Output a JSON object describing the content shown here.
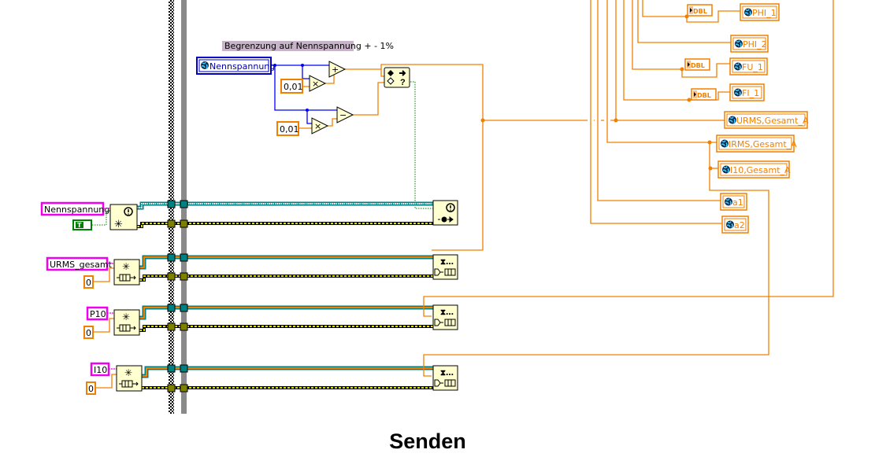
{
  "diagram": {
    "title": "Senden",
    "comment": "Begrenzung auf Nennspannung + - 1%",
    "colors": {
      "wire_double": "#f08000",
      "wire_numeric_blue": "#0000ff",
      "wire_refnum": "#008080",
      "wire_error": "#7a7a00",
      "wire_bool": "#008000",
      "local_variable": "#f000f0",
      "shared_variable_border": "#0000c8",
      "node_fill": "#ffffd0",
      "comment_bg": "#c8b4c8"
    },
    "shared_variable_in": {
      "label": "Nennspannung"
    },
    "constants": {
      "factor_plus": "0,01",
      "factor_minus": "0,01",
      "bool_true": "T"
    },
    "primitives": {
      "multiply": "×",
      "add": "+",
      "subtract": "−",
      "in_range": "In Range and Coerce"
    },
    "queues": [
      {
        "name": "Nennspannung",
        "kind": "notifier",
        "second_input": "T"
      },
      {
        "name": "URMS_gesamt",
        "kind": "queue",
        "second_input": "0"
      },
      {
        "name": "P10",
        "kind": "queue",
        "second_input": "0"
      },
      {
        "name": "I10",
        "kind": "queue",
        "second_input": "0"
      }
    ],
    "conversions": [
      {
        "label": "DBL"
      },
      {
        "label": "DBL"
      },
      {
        "label": "DBL"
      }
    ],
    "shared_variables_out": [
      {
        "label": "PHI_1"
      },
      {
        "label": "PHI_2"
      },
      {
        "label": "FU_1"
      },
      {
        "label": "FI_1"
      },
      {
        "label": "URMS,Gesamt_A"
      },
      {
        "label": "IRMS,Gesamt_A"
      },
      {
        "label": "I10,Gesamt_A"
      },
      {
        "label": "a1"
      },
      {
        "label": "a2"
      }
    ]
  }
}
